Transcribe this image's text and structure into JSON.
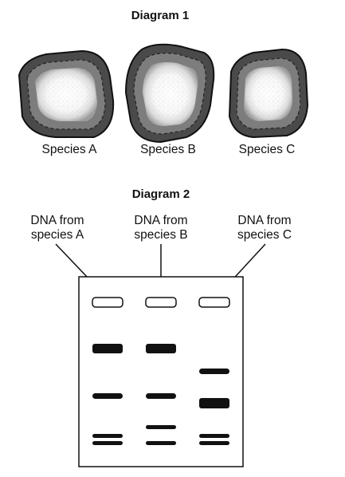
{
  "diagram1": {
    "title": "Diagram 1",
    "cells": [
      {
        "label": "Species A"
      },
      {
        "label": "Species B"
      },
      {
        "label": "Species C"
      }
    ]
  },
  "diagram2": {
    "title": "Diagram 2",
    "lanes": [
      {
        "label_line1": "DNA from",
        "label_line2": "species A"
      },
      {
        "label_line1": "DNA from",
        "label_line2": "species B"
      },
      {
        "label_line1": "DNA from",
        "label_line2": "species C"
      }
    ]
  },
  "colors": {
    "ink": "#111111",
    "background": "#ffffff"
  }
}
